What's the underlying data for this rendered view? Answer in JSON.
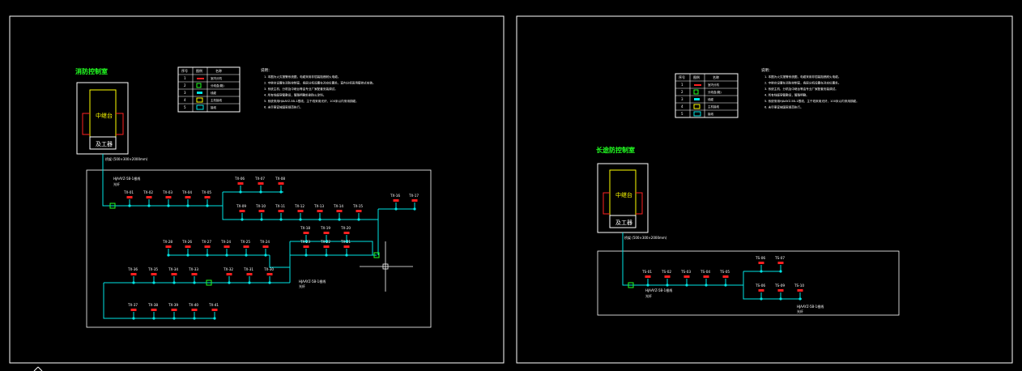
{
  "left": {
    "title": "消防控制室",
    "console": "中继台",
    "operator": "及工器",
    "cable_note": "桥架 (500×300×2000mm)",
    "cable_label_a": "HJAAYZ-5B-1根线",
    "cable_label_a_sub": "光纤",
    "cable_label_b": "HJAAYZ-5B-1根线",
    "cable_label_b_sub": "光纤",
    "legend": {
      "headers": [
        "序号",
        "图例",
        "名称"
      ],
      "rows": [
        {
          "no": "1",
          "name": "室内分机"
        },
        {
          "no": "2",
          "name": "分线盒(箱)"
        },
        {
          "no": "3",
          "name": "线缆"
        },
        {
          "no": "4",
          "name": "主机接线"
        },
        {
          "no": "5",
          "name": "接线"
        }
      ]
    },
    "notes_title": "说明：",
    "notes": [
      "1. 本图为火灾报警系统图，电缆采用非铠装阻燃耐火电缆。",
      "2. 中继台设置在消防控制室，各层分机设置在对应位置处，室内分机采用壁挂式安装。",
      "3. 系统主机、分机及中继台等由专业厂家配套安装调试。",
      "4. 所有线缆穿管敷设，管路明敷处刷防火涂料。",
      "5. 系统采用HJAAYZ-5B-1根线，主干线采用光纤，100米以内采用铜缆。",
      "6. 未尽事宜按国家规范执行。"
    ],
    "row1": [
      "TX-01",
      "TX-02",
      "TX-03",
      "TX-04",
      "TX-05"
    ],
    "row2top": [
      "TX-06",
      "TX-07",
      "TX-08"
    ],
    "row2": [
      "TX-09",
      "TX-10",
      "TX-11",
      "TX-12",
      "TX-13",
      "TX-14",
      "TX-15"
    ],
    "row2end": [
      "TX-16",
      "TX-17"
    ],
    "row3top": [
      "TX-18",
      "TX-19",
      "TX-20"
    ],
    "row3": [
      "TX-23",
      "TX-22",
      "TX-21"
    ],
    "row4top": [
      "TX-28",
      "TX-26",
      "TX-27",
      "TX-24",
      "TX-25",
      "TX-24"
    ],
    "row4": [
      "TX-32",
      "TX-31",
      "TX-30"
    ],
    "row5": [
      "TX-36",
      "TX-35",
      "TX-34",
      "TX-33"
    ],
    "row6": [
      "TX-37",
      "TX-38",
      "TX-39",
      "TX-40",
      "TX-41"
    ]
  },
  "right": {
    "title": "长途防控制室",
    "console": "中继台",
    "operator": "及工器",
    "cable_note": "桥架 (500×300×2000mm)",
    "cable_label_a": "HJAAYZ-5B-1根线",
    "cable_label_a_sub": "光纤",
    "cable_label_b": "HJAAYZ-5B-1根线",
    "cable_label_b_sub": "光纤",
    "legend": {
      "headers": [
        "序号",
        "图例",
        "名称"
      ],
      "rows": [
        {
          "no": "1",
          "name": "室内分机"
        },
        {
          "no": "2",
          "name": "分线盒(箱)"
        },
        {
          "no": "3",
          "name": "线缆"
        },
        {
          "no": "4",
          "name": "主机接线"
        },
        {
          "no": "5",
          "name": "接线"
        }
      ]
    },
    "notes_title": "说明：",
    "notes": [
      "1. 本图为火灾报警系统图，电缆采用非铠装阻燃耐火电缆。",
      "2. 中继台设置在消防控制室，各层分机设置在对应位置处。",
      "3. 系统主机、分机及中继台等由专业厂家配套安装调试。",
      "4. 所有线缆穿管敷设，管路明敷。",
      "5. 系统采用HJAAYZ-5B-1根线，主干线采用光纤，100米以内采用铜缆。",
      "6. 未尽事宜按国家规范执行。"
    ],
    "row1": [
      "TS-01",
      "TS-02",
      "TS-03",
      "TS-04",
      "TS-05"
    ],
    "row2top": [
      "TS-06",
      "TS-07"
    ],
    "row2": [
      "TS-06",
      "TS-09",
      "TS-10"
    ]
  },
  "colors": {
    "background": "#000000",
    "frame": "#ffffff",
    "line": "#00e5e5",
    "device": "#ff2020",
    "title": "#22ff22",
    "console_text": "#ffff00",
    "console_box": "#ffff00",
    "box_side": "#ff2020"
  }
}
